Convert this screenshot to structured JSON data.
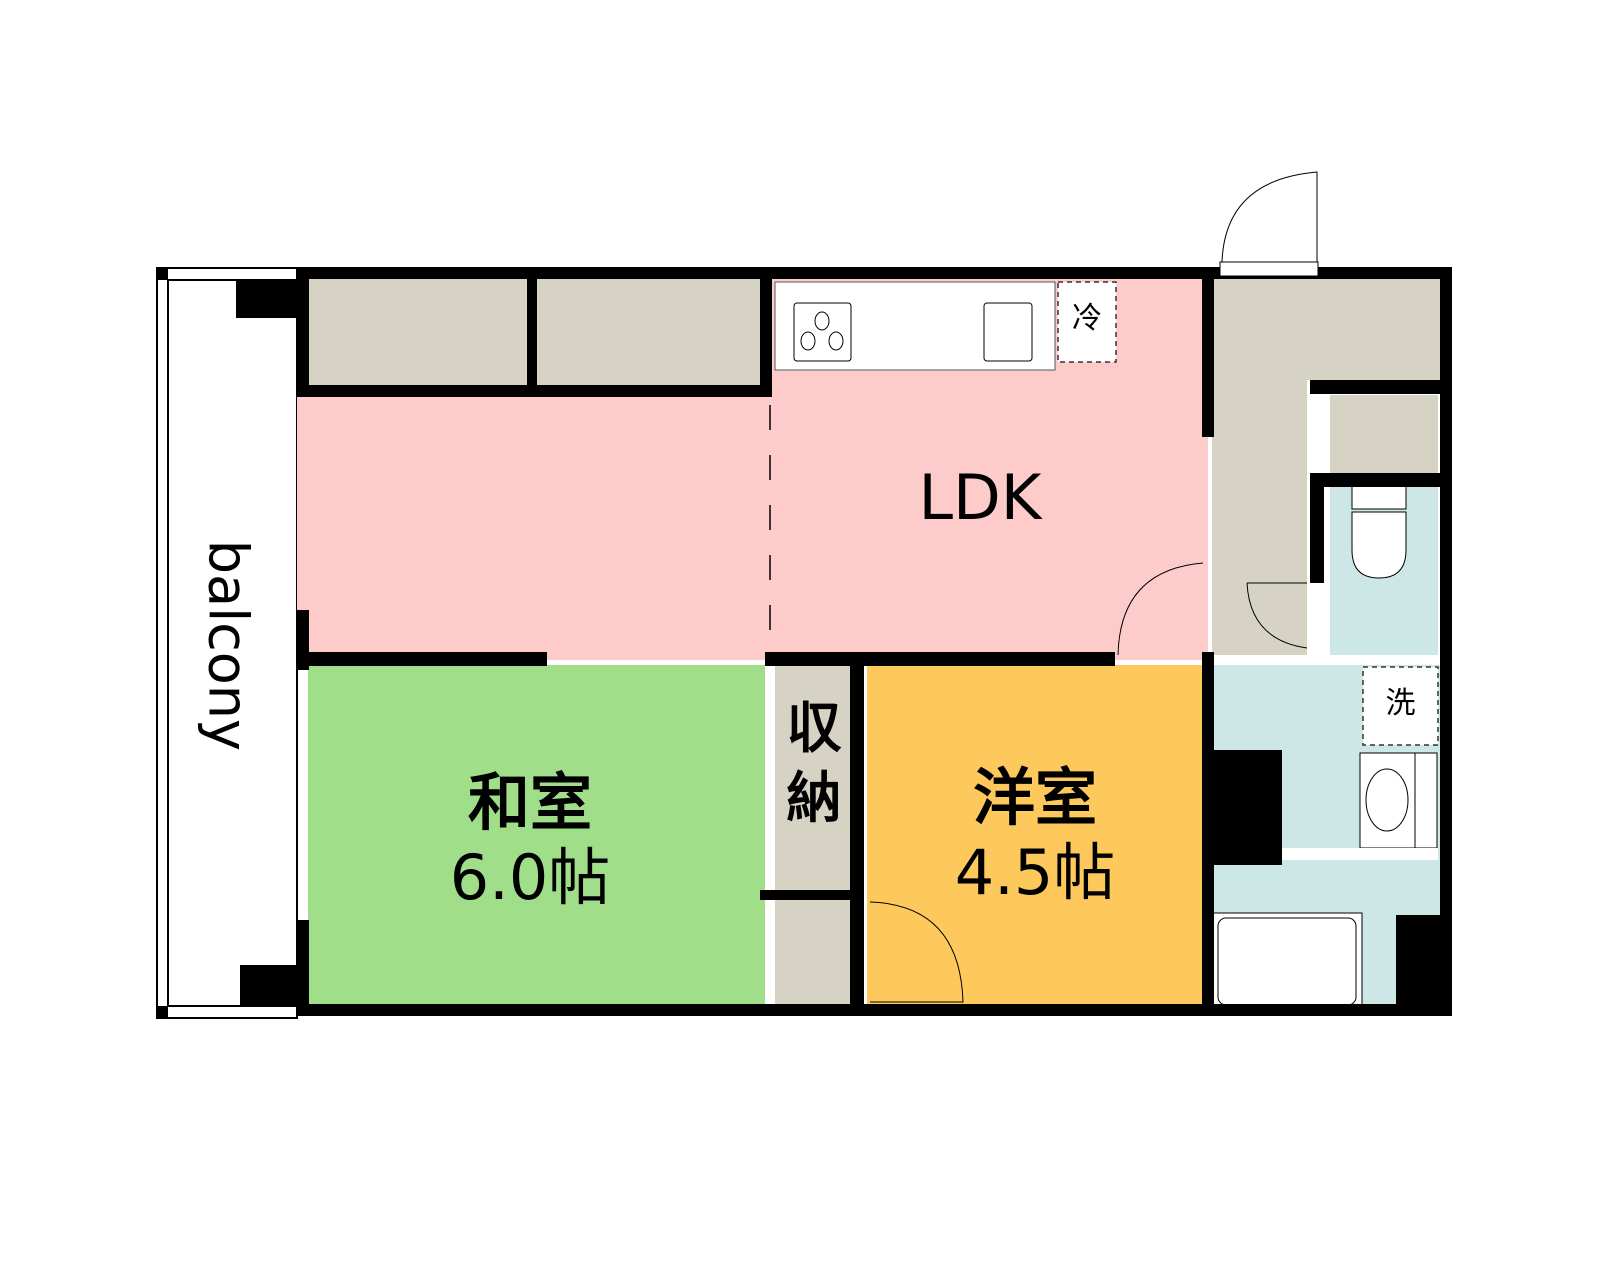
{
  "floor_plan": {
    "rooms": {
      "ldk": {
        "label": "LDK",
        "color": "#fecbcb"
      },
      "washitsu": {
        "label": "和室",
        "size": "6.0帖",
        "color": "#a0de8a"
      },
      "youshitsu": {
        "label": "洋室",
        "size": "4.5帖",
        "color": "#fec95c"
      },
      "storage": {
        "label_line1": "収",
        "label_line2": "納",
        "color": "#d6d3c4"
      },
      "balcony": {
        "label": "balcony"
      },
      "toilet": {
        "color": "#cde6e6"
      },
      "washroom": {
        "color": "#cde6e6"
      },
      "bath": {
        "color": "#cde6e6"
      }
    },
    "fixtures": {
      "refrigerator": {
        "label": "冷"
      },
      "washing_machine": {
        "label": "洗"
      }
    },
    "colors": {
      "wall": "#000000",
      "closet": "#d6d3c4",
      "ldk": "#fecbcb",
      "washitsu": "#a0de8a",
      "youshitsu": "#fec95c",
      "wet_area": "#cde6e6"
    }
  }
}
